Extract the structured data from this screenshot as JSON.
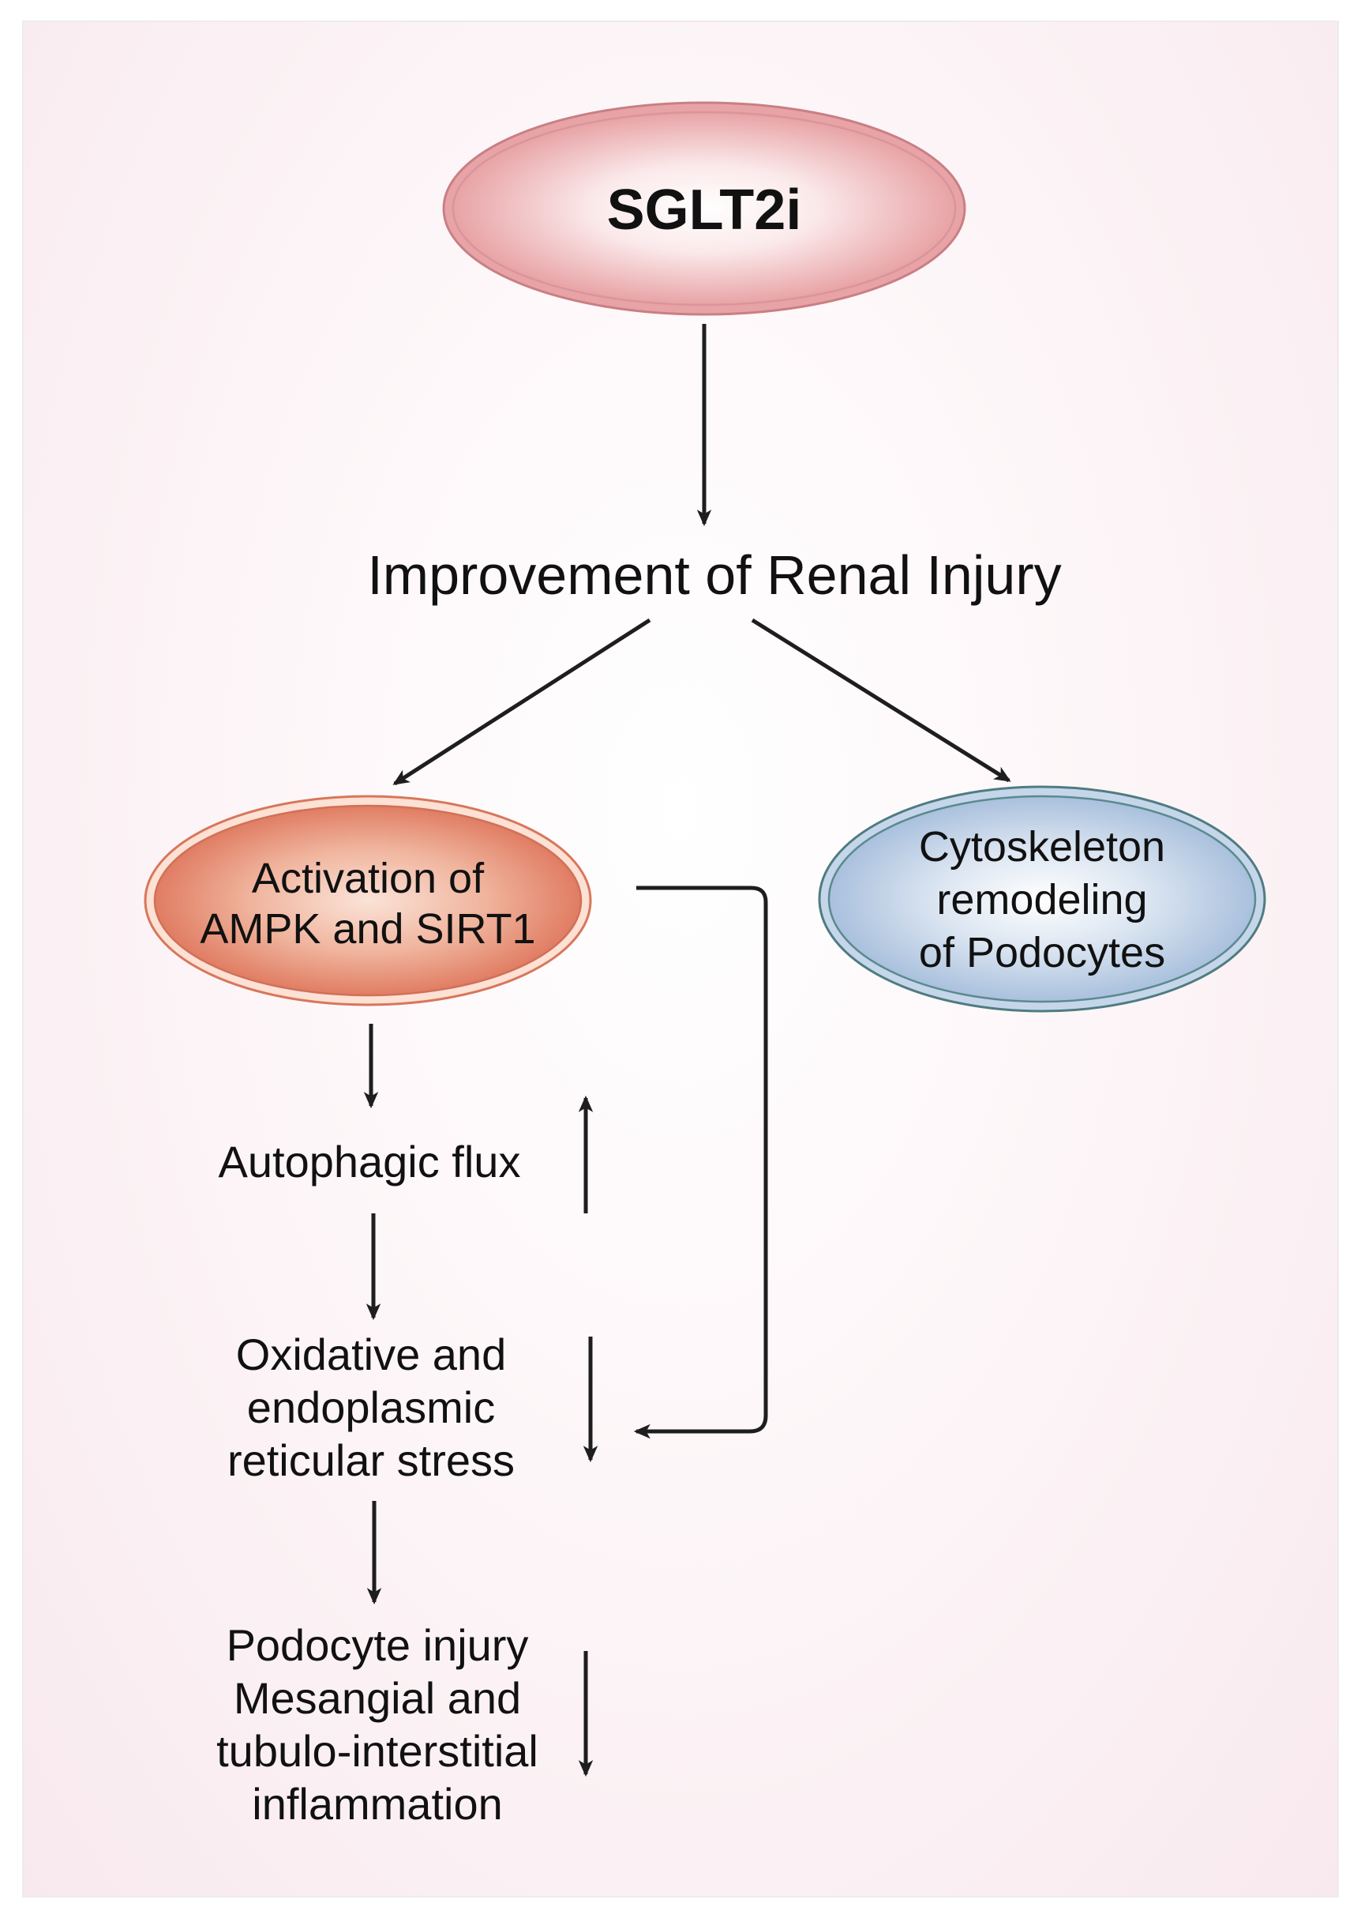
{
  "nodes": {
    "sglt2i": "SGLT2i",
    "improvement": "Improvement of Renal Injury",
    "ampk": [
      "Activation of",
      "AMPK and SIRT1"
    ],
    "cytoskeleton": [
      "Cytoskeleton",
      "remodeling",
      "of Podocytes"
    ],
    "autophagic": "Autophagic flux",
    "oxidative": [
      "Oxidative and",
      "endoplasmic",
      "reticular stress"
    ],
    "podocyte": [
      "Podocyte injury",
      "Mesangial and",
      "tubulo-interstitial",
      "inflammation"
    ]
  },
  "indicators": {
    "autophagic_flux": "increase",
    "oxidative_stress": "decrease",
    "podocyte_injury": "decrease"
  },
  "colors": {
    "sglt2i_fill": "#e8a3a6",
    "ampk_fill": "#e07d63",
    "cytoskeleton_fill": "#a9c0dd",
    "arrow": "#1e1e1e"
  }
}
